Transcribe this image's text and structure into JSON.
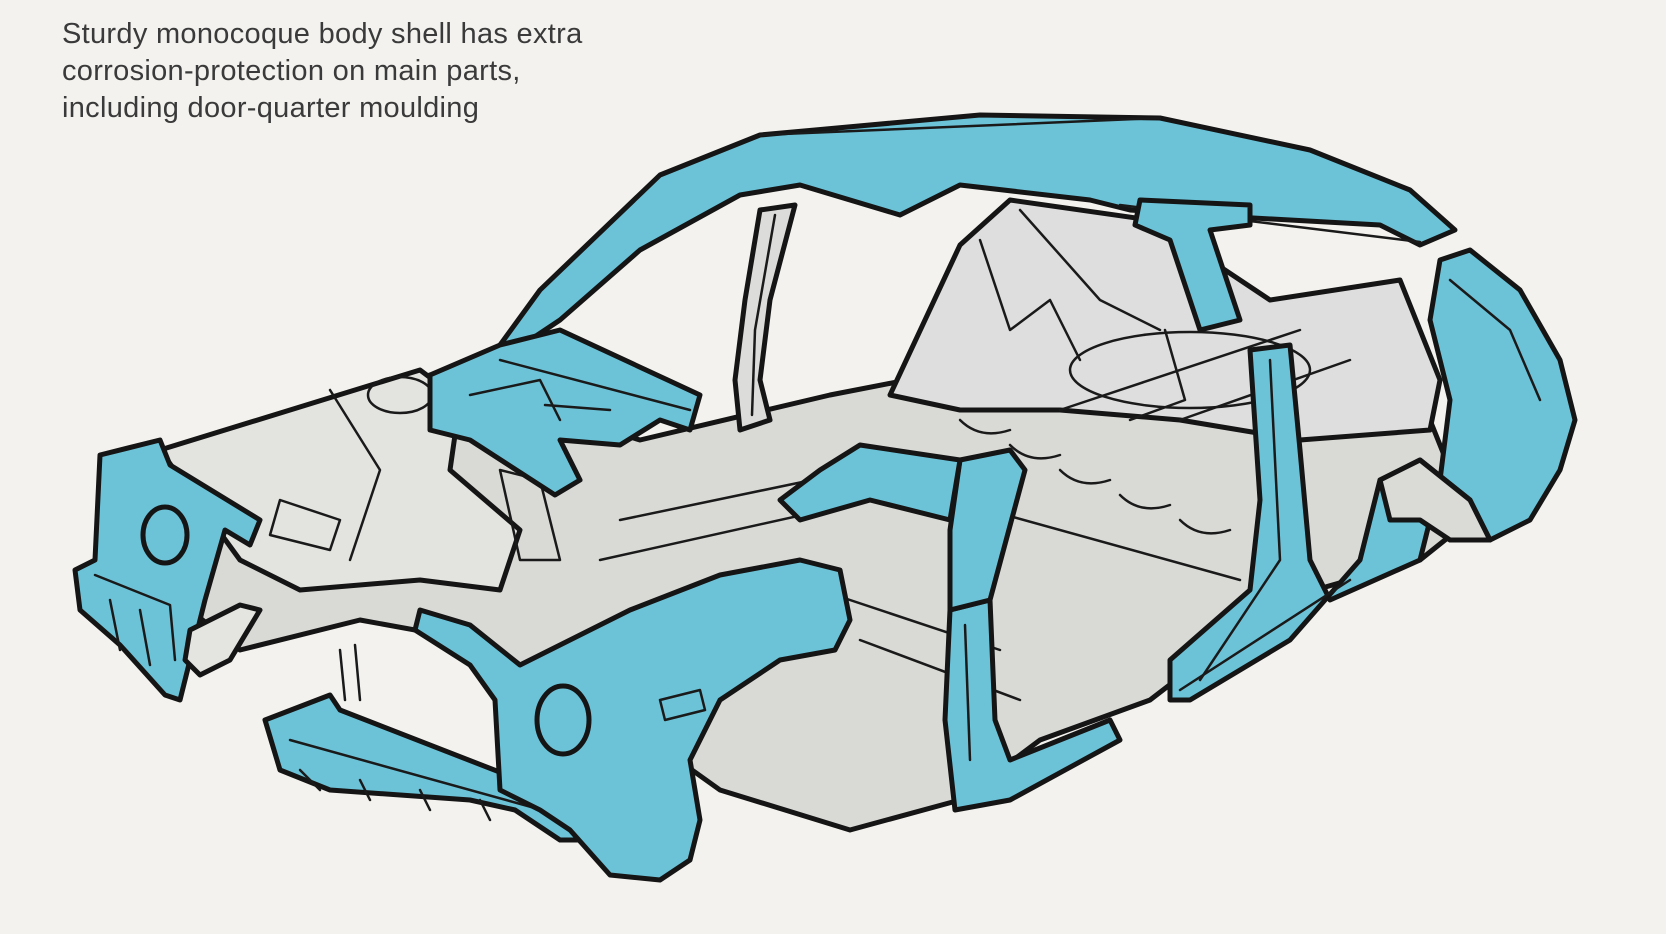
{
  "caption": {
    "line1": "Sturdy monocoque body shell has extra",
    "line2": "corrosion-protection on main parts,",
    "line3": "including door-quarter moulding"
  },
  "colors": {
    "background": "#f3f2ee",
    "panel_blue": "#6cc3d8",
    "floor_grey": "#d9d9d6",
    "ink": "#151515",
    "text": "#3a3a3a"
  }
}
